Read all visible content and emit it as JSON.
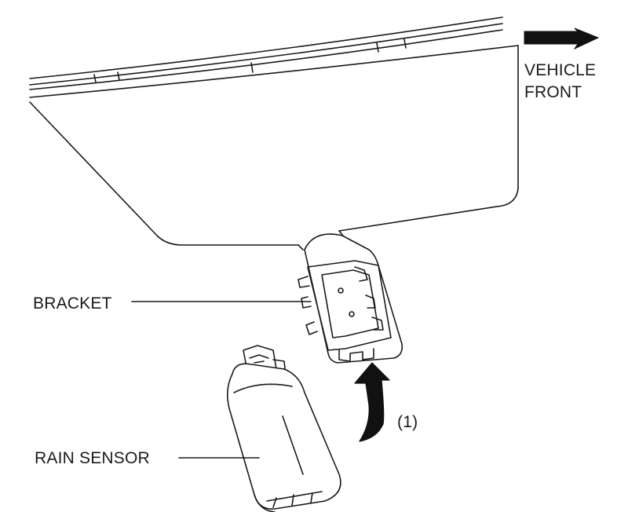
{
  "labels": {
    "vehicle_front_line1": "VEHICLE",
    "vehicle_front_line2": "FRONT",
    "bracket": "BRACKET",
    "rain_sensor": "RAIN SENSOR",
    "step": "(1)"
  },
  "colors": {
    "line": "#1a1a1a",
    "arrow_fill": "#111111",
    "background": "#ffffff"
  }
}
